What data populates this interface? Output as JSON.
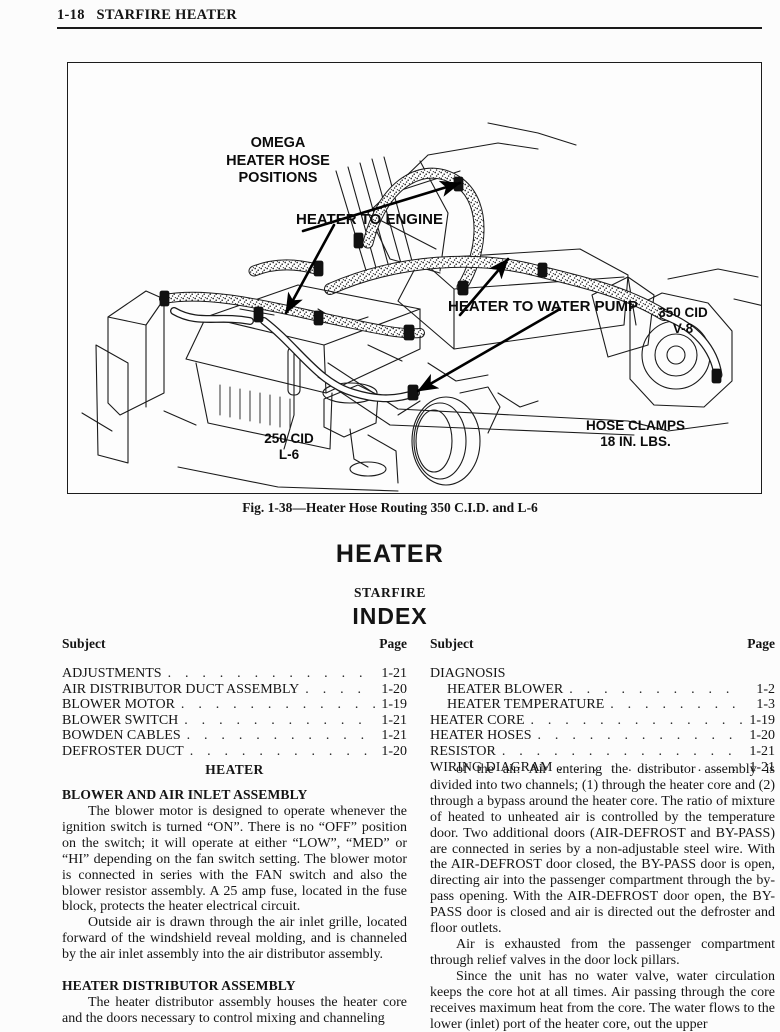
{
  "header": {
    "folio": "1-18   STARFIRE HEATER"
  },
  "figure": {
    "labels": {
      "omega": "OMEGA\nHEATER HOSE\nPOSITIONS",
      "heater_to_engine": "HEATER TO ENGINE",
      "heater_to_water_pump": "HEATER TO WATER PUMP",
      "engine_350": "350 CID\nV-8",
      "engine_250": "250 CID\nL-6",
      "hose_clamps": "HOSE CLAMPS\n18 IN. LBS."
    },
    "caption": "Fig. 1-38—Heater Hose Routing 350 C.I.D. and L-6"
  },
  "titles": {
    "main": "HEATER",
    "model": "STARFIRE",
    "index": "INDEX"
  },
  "index": {
    "left": {
      "subject_header": "Subject",
      "page_header": "Page",
      "rows": [
        {
          "subject": "ADJUSTMENTS",
          "page": "1-21",
          "indent": false,
          "leader": true
        },
        {
          "subject": "AIR DISTRIBUTOR DUCT ASSEMBLY",
          "page": "1-20",
          "indent": false,
          "leader": true
        },
        {
          "subject": "BLOWER MOTOR",
          "page": "1-19",
          "indent": false,
          "leader": true
        },
        {
          "subject": "BLOWER SWITCH",
          "page": "1-21",
          "indent": false,
          "leader": true
        },
        {
          "subject": "BOWDEN CABLES",
          "page": "1-21",
          "indent": false,
          "leader": true
        },
        {
          "subject": "DEFROSTER DUCT",
          "page": "1-20",
          "indent": false,
          "leader": true
        }
      ]
    },
    "right": {
      "subject_header": "Subject",
      "page_header": "Page",
      "rows": [
        {
          "subject": "DIAGNOSIS",
          "page": "",
          "indent": false,
          "leader": false
        },
        {
          "subject": "HEATER BLOWER",
          "page": "1-2",
          "indent": true,
          "leader": true
        },
        {
          "subject": "HEATER TEMPERATURE",
          "page": "1-3",
          "indent": true,
          "leader": true
        },
        {
          "subject": "HEATER CORE",
          "page": "1-19",
          "indent": false,
          "leader": true
        },
        {
          "subject": "HEATER HOSES",
          "page": "1-20",
          "indent": false,
          "leader": true
        },
        {
          "subject": "RESISTOR",
          "page": "1-21",
          "indent": false,
          "leader": true
        },
        {
          "subject": "WIRING DIAGRAM",
          "page": "1-21",
          "indent": false,
          "leader": true
        }
      ]
    }
  },
  "body": {
    "left": {
      "center_head": "HEATER",
      "section1_head": "BLOWER AND AIR INLET ASSEMBLY",
      "section1_p1": "The blower motor is designed to operate whenever the ignition switch is turned “ON”. There is no “OFF” position on the switch; it will operate at either “LOW”, “MED” or “HI” depending on the fan switch setting. The blower motor is connected in series with the FAN switch and also the blower resistor assembly. A 25 amp fuse, located in the fuse block, protects the heater electrical circuit.",
      "section1_p2": "Outside air is drawn through the air inlet grille, located forward of the windshield reveal molding, and is channeled by the air inlet assembly into the air distributor assembly.",
      "section2_head": "HEATER DISTRIBUTOR ASSEMBLY",
      "section2_p1": "The heater distributor assembly houses the heater core and the doors necessary to control mixing and channeling"
    },
    "right": {
      "p1": "of the air. Air entering the distributor assembly is divided into two channels; (1) through the heater core and (2) through a bypass around the heater core. The ratio of mixture of heated to unheated air is controlled by the temperature door. Two additional doors (AIR-DEFROST and BY-PASS) are connected in series by a non-adjustable steel wire. With the AIR-DEFROST door closed, the BY-PASS door is open, directing air into the passenger compartment through the by-pass opening. With the AIR-DEFROST door open, the BY-PASS door is closed and air is directed out the defroster and floor outlets.",
      "p2": "Air is exhausted from the passenger compartment through relief valves in the door lock pillars.",
      "p3": "Since the unit has no water valve, water circulation keeps the core hot at all times. Air passing through the core receives maximum heat from the core. The water flows to the lower (inlet) port of the heater core, out the upper"
    }
  },
  "colors": {
    "ink": "#141414",
    "paper": "#fcfcfc",
    "rule": "#1a1a1a"
  }
}
